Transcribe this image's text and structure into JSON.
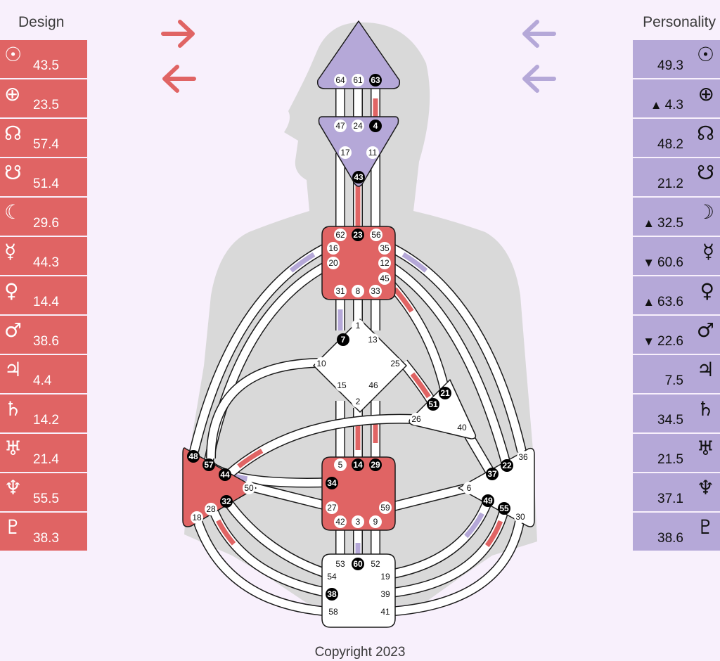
{
  "design": {
    "title": "Design",
    "rows": [
      {
        "planet_icon": "sun-icon",
        "glyph": "☉",
        "value": "43.5"
      },
      {
        "planet_icon": "earth-icon",
        "glyph": "⊕",
        "value": "23.5"
      },
      {
        "planet_icon": "north-node-icon",
        "glyph": "☊",
        "value": "57.4"
      },
      {
        "planet_icon": "south-node-icon",
        "glyph": "☋",
        "value": "51.4"
      },
      {
        "planet_icon": "moon-icon",
        "glyph": "☾",
        "value": "29.6"
      },
      {
        "planet_icon": "mercury-icon",
        "glyph": "☿",
        "value": "44.3"
      },
      {
        "planet_icon": "venus-icon",
        "glyph": "♀",
        "value": "14.4"
      },
      {
        "planet_icon": "mars-icon",
        "glyph": "♂",
        "value": "38.6"
      },
      {
        "planet_icon": "jupiter-icon",
        "glyph": "♃",
        "value": "4.4"
      },
      {
        "planet_icon": "saturn-icon",
        "glyph": "♄",
        "value": "14.2"
      },
      {
        "planet_icon": "uranus-icon",
        "glyph": "♅",
        "value": "21.4"
      },
      {
        "planet_icon": "neptune-icon",
        "glyph": "♆",
        "value": "55.5"
      },
      {
        "planet_icon": "pluto-icon",
        "glyph": "♇",
        "value": "38.3"
      }
    ]
  },
  "personality": {
    "title": "Personality",
    "rows": [
      {
        "planet_icon": "sun-icon",
        "glyph": "☉",
        "mark": "",
        "value": "49.3"
      },
      {
        "planet_icon": "earth-icon",
        "glyph": "⊕",
        "mark": "▲",
        "value": "4.3"
      },
      {
        "planet_icon": "north-node-icon",
        "glyph": "☊",
        "mark": "",
        "value": "48.2"
      },
      {
        "planet_icon": "south-node-icon",
        "glyph": "☋",
        "mark": "",
        "value": "21.2"
      },
      {
        "planet_icon": "moon-icon",
        "glyph": "☽",
        "mark": "▲",
        "value": "32.5"
      },
      {
        "planet_icon": "mercury-icon",
        "glyph": "☿",
        "mark": "▼",
        "value": "60.6"
      },
      {
        "planet_icon": "venus-icon",
        "glyph": "♀",
        "mark": "▲",
        "value": "63.6"
      },
      {
        "planet_icon": "mars-icon",
        "glyph": "♂",
        "mark": "▼",
        "value": "22.6"
      },
      {
        "planet_icon": "jupiter-icon",
        "glyph": "♃",
        "mark": "",
        "value": "7.5"
      },
      {
        "planet_icon": "saturn-icon",
        "glyph": "♄",
        "mark": "",
        "value": "34.5"
      },
      {
        "planet_icon": "uranus-icon",
        "glyph": "♅",
        "mark": "",
        "value": "21.5"
      },
      {
        "planet_icon": "neptune-icon",
        "glyph": "♆",
        "mark": "",
        "value": "37.1"
      },
      {
        "planet_icon": "pluto-icon",
        "glyph": "♇",
        "mark": "",
        "value": "38.6"
      }
    ]
  },
  "colors": {
    "design": "#e06464",
    "personality": "#b5a8d8",
    "background": "#f8f0fc",
    "silhouette": "#d9d9d9",
    "defined_gate": "#000000"
  },
  "arrows": {
    "design_top": "arrow-right-icon",
    "design_bottom": "arrow-left-icon",
    "personality_top": "arrow-left-icon",
    "personality_bottom": "arrow-left-icon"
  },
  "centers": {
    "head": {
      "state": "personality",
      "gates": [
        "64",
        "61",
        "63"
      ]
    },
    "ajna": {
      "state": "personality",
      "gates": [
        "47",
        "24",
        "4",
        "17",
        "11",
        "43"
      ]
    },
    "throat": {
      "state": "design",
      "gates": [
        "62",
        "23",
        "56",
        "16",
        "35",
        "20",
        "12",
        "45",
        "31",
        "8",
        "33"
      ]
    },
    "g": {
      "state": "open",
      "gates": [
        "1",
        "7",
        "13",
        "10",
        "25",
        "15",
        "46",
        "2"
      ]
    },
    "heart": {
      "state": "open",
      "gates": [
        "21",
        "51",
        "26",
        "40"
      ]
    },
    "sacral": {
      "state": "design",
      "gates": [
        "5",
        "14",
        "29",
        "34",
        "27",
        "59",
        "42",
        "3",
        "9"
      ]
    },
    "spleen": {
      "state": "design",
      "gates": [
        "48",
        "57",
        "44",
        "50",
        "32",
        "28",
        "18"
      ]
    },
    "solar_plexus": {
      "state": "open",
      "gates": [
        "36",
        "22",
        "37",
        "6",
        "49",
        "55",
        "30"
      ]
    },
    "root": {
      "state": "open",
      "gates": [
        "53",
        "60",
        "52",
        "54",
        "19",
        "38",
        "39",
        "58",
        "41"
      ]
    }
  },
  "active_gates": [
    "63",
    "4",
    "43",
    "23",
    "7",
    "21",
    "51",
    "14",
    "29",
    "34",
    "48",
    "57",
    "44",
    "32",
    "37",
    "22",
    "49",
    "55",
    "60",
    "38"
  ],
  "copyright": "Copyright 2023"
}
